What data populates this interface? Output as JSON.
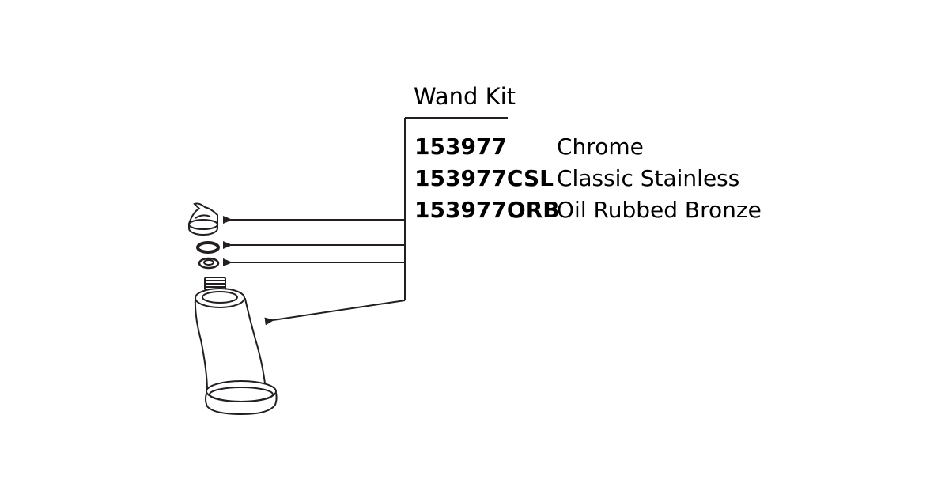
{
  "kit": {
    "title": "Wand Kit",
    "parts": [
      {
        "number": "153977",
        "finish": "Chrome"
      },
      {
        "number": "153977CSL",
        "finish": "Classic Stainless"
      },
      {
        "number": "153977ORB",
        "finish": "Oil Rubbed Bronze"
      }
    ]
  },
  "colors": {
    "line": "#231f20",
    "background": "#ffffff"
  },
  "icons": [
    "spray-head-cap-icon",
    "o-ring-icon",
    "washer-icon",
    "wand-body-icon"
  ]
}
